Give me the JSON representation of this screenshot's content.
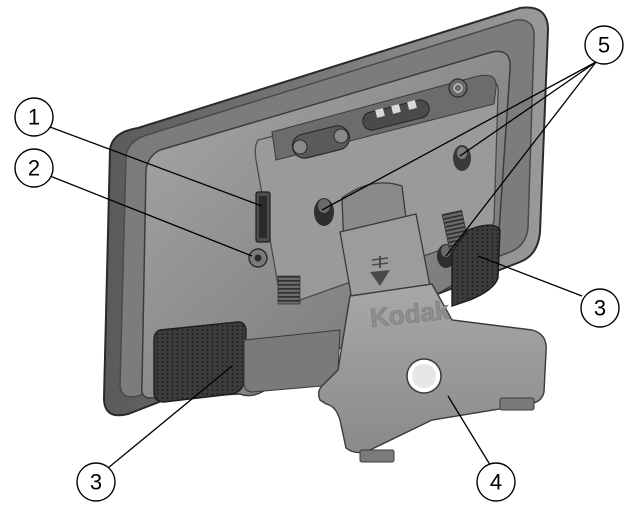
{
  "callouts": [
    {
      "id": "1",
      "label": "1"
    },
    {
      "id": "2",
      "label": "2"
    },
    {
      "id": "3a",
      "label": "3"
    },
    {
      "id": "3b",
      "label": "3"
    },
    {
      "id": "4",
      "label": "4"
    },
    {
      "id": "5",
      "label": "5"
    }
  ],
  "device": {
    "brand": "Kodak"
  },
  "colors": {
    "frame_body": "#8a8a8c",
    "frame_dark": "#3a3a3c",
    "stand": "#9a9a9c",
    "speaker_grille": "#2e2e30"
  }
}
